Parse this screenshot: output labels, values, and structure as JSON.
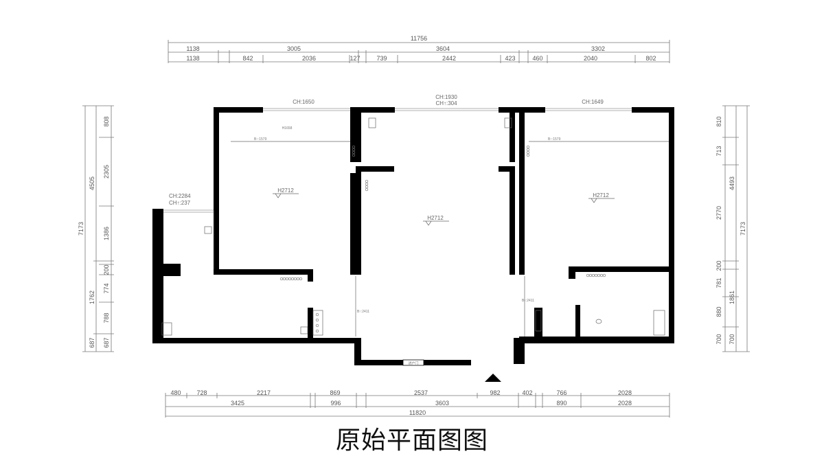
{
  "title": "原始平面图图",
  "top_dims": {
    "total": "11756",
    "row1": [
      "1138",
      "3005",
      "3604",
      "3302"
    ],
    "row2": [
      "1138",
      "842",
      "2036",
      "127",
      "739",
      "2442",
      "423",
      "460",
      "2040",
      "802"
    ]
  },
  "bottom_dims": {
    "row1": [
      "480",
      "728",
      "2217",
      "869",
      "2537",
      "982",
      "402",
      "766",
      "2028"
    ],
    "row2": [
      "3425",
      "996",
      "3603",
      "890",
      "2028"
    ],
    "total": "11820"
  },
  "left_dims": {
    "total": "7173",
    "outer": [
      "4505",
      "1762",
      "687"
    ],
    "inner": [
      "808",
      "2305",
      "1386",
      "200",
      "774",
      "788",
      "687"
    ]
  },
  "right_dims": {
    "total": "7173",
    "outer": [
      "4493",
      "1861",
      "700"
    ],
    "inner": [
      "810",
      "713",
      "2770",
      "200",
      "781",
      "880",
      "700"
    ]
  },
  "labels": {
    "ch_left_room": "CH:1650",
    "ch_living_1": "CH:1930",
    "ch_living_2": "CH↑:304",
    "ch_right_room": "CH:1649",
    "ch_balcony_1": "CH:2284",
    "ch_balcony_2": "CH↑:237",
    "h_left": "H2712",
    "h_living": "H2712",
    "h_right": "H2712",
    "h_small": "H1658",
    "beam_left": "B↑:1579",
    "beam_right": "B↑:1579",
    "door_left": "B↑:2411",
    "door_right": "B↑:2411",
    "entry": "进户门"
  },
  "colors": {
    "wall": "#000000",
    "line": "#777777"
  }
}
